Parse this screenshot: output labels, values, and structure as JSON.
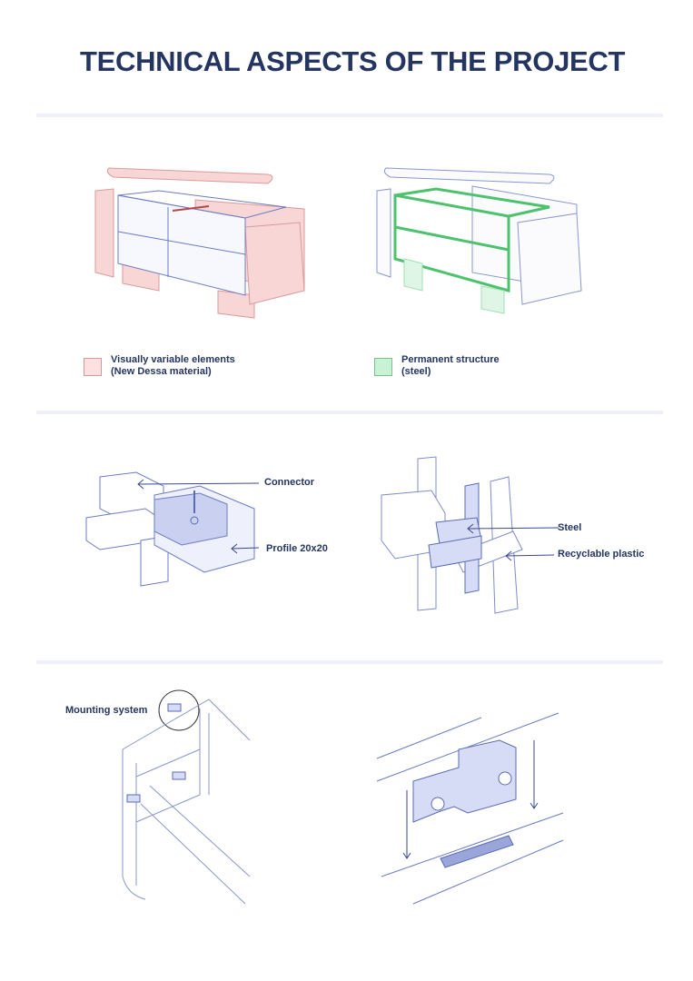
{
  "title": "TECHNICAL ASPECTS OF THE PROJECT",
  "section1": {
    "legend_variable": {
      "line1": "Visually variable elements",
      "line2": "(New Dessa material)",
      "color": "#fde0e0",
      "border": "#d49a9a"
    },
    "legend_permanent": {
      "line1": "Permanent structure",
      "line2": "(steel)",
      "color": "#c8f2d4",
      "border": "#7fbf8f"
    }
  },
  "section2": {
    "connector_label": "Connector",
    "profile_label": "Profile 20x20",
    "steel_label": "Steel",
    "plastic_label": "Recyclable plastic"
  },
  "section3": {
    "mounting_label": "Mounting system"
  },
  "colors": {
    "title": "#243562",
    "line": "#5b6bb5",
    "fill": "#d6dcf5"
  }
}
